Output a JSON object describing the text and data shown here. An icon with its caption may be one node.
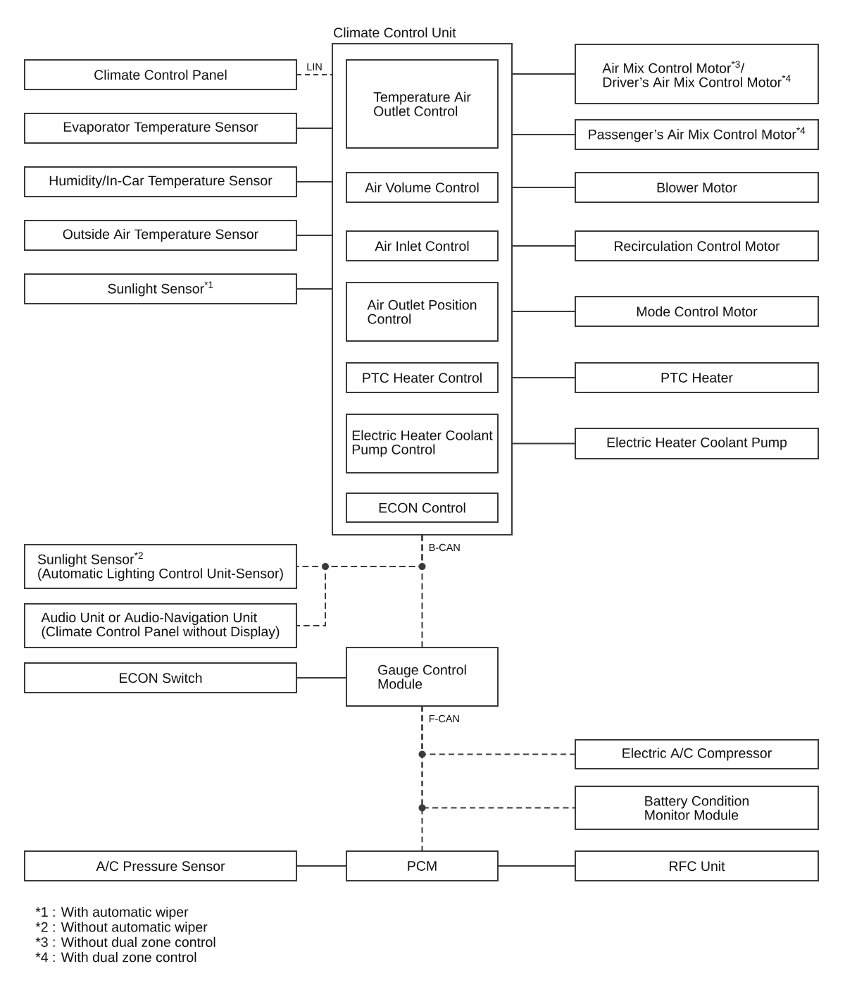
{
  "diagram": {
    "nodes": [
      {
        "text": [
          "Climate Control Unit"
        ]
      },
      {
        "text": [
          "Temperature Air Outlet Control"
        ],
        "in": 0
      },
      {
        "text": [
          "Air Volume Control"
        ],
        "in": 0
      },
      {
        "text": [
          "Air Inlet Control"
        ],
        "in": 0
      },
      {
        "text": [
          "Air Outlet Position Control"
        ],
        "in": 0
      },
      {
        "text": [
          "PTC Heater Control"
        ],
        "in": 0
      },
      {
        "text": [
          "Electric Heater Coolant Pump Control"
        ],
        "in": 0
      },
      {
        "text": [
          "ECON Control"
        ],
        "in": 0
      },
      {
        "text": [
          "Climate Control Panel"
        ]
      },
      {
        "text": [
          "Evaporator Temperature Sensor"
        ]
      },
      {
        "text": [
          "Humidity/In-Car Temperature Sensor"
        ]
      },
      {
        "text": [
          "Outside Air Temperature Sensor"
        ]
      },
      {
        "text": [
          "Sunlight Sensor$^{*1}$"
        ]
      },
      {
        "text": [
          "Air Mix Control Motor$^{*3}$/ Driver’s Air Mix Control Motor$^{*4}$"
        ]
      },
      {
        "text": [
          "Passenger’s Air Mix Control Motor$^{*4}$"
        ]
      },
      {
        "text": [
          "Blower Motor"
        ]
      },
      {
        "text": [
          "Recirculation Control Motor"
        ]
      },
      {
        "text": [
          "Mode Control Motor"
        ]
      },
      {
        "text": [
          "PTC Heater"
        ]
      },
      {
        "text": [
          "Electric Heater Coolant Pump"
        ]
      },
      {
        "text": [
          "Sunlight Sensor$^{*2}$",
          "(Automatic Lighting Control Unit-Sensor)"
        ]
      },
      {
        "text": [
          "Audio Unit or Audio-Navigation Unit",
          "(Climate Control Panel without Display)"
        ]
      },
      {
        "text": [
          "ECON Switch"
        ]
      },
      {
        "text": [
          "Gauge Control Module"
        ]
      },
      {
        "text": [
          "Electric A/C Compressor"
        ]
      },
      {
        "text": [
          "Battery Condition Monitor Module"
        ]
      },
      {
        "text": [
          "A/C Pressure Sensor"
        ]
      },
      {
        "text": [
          "PCM"
        ]
      },
      {
        "text": [
          "RFC Unit"
        ]
      }
    ],
    "edges": [
      {
        "from": 8,
        "to": 0,
        "arrow": "none",
        "style": "dashed",
        "label": "LIN"
      },
      {
        "from": 9,
        "to": 0,
        "arrow": "none"
      },
      {
        "from": 10,
        "to": 0,
        "arrow": "none"
      },
      {
        "from": 11,
        "to": 0,
        "arrow": "none"
      },
      {
        "from": 12,
        "to": 0,
        "arrow": "none"
      },
      {
        "from": 0,
        "to": 13,
        "arrow": "none"
      },
      {
        "from": 0,
        "to": 14,
        "arrow": "none"
      },
      {
        "from": 0,
        "to": 15,
        "arrow": "none"
      },
      {
        "from": 0,
        "to": 16,
        "arrow": "none"
      },
      {
        "from": 0,
        "to": 17,
        "arrow": "none"
      },
      {
        "from": 0,
        "to": 18,
        "arrow": "none"
      },
      {
        "from": 0,
        "to": 19,
        "arrow": "none"
      },
      {
        "from": 0,
        "to": 23,
        "arrow": "none",
        "style": "dashed",
        "label": "B-CAN"
      },
      {
        "from": 0,
        "to": 20,
        "arrow": "none",
        "style": "dashed"
      },
      {
        "from": 0,
        "to": 21,
        "arrow": "none",
        "style": "dashed"
      },
      {
        "from": 22,
        "to": 23,
        "arrow": "none"
      },
      {
        "from": 23,
        "to": 27,
        "arrow": "none",
        "style": "dashed",
        "label": "F-CAN"
      },
      {
        "from": 23,
        "to": 24,
        "arrow": "none",
        "style": "dashed"
      },
      {
        "from": 23,
        "to": 25,
        "arrow": "none",
        "style": "dashed"
      },
      {
        "from": 26,
        "to": 27,
        "arrow": "none"
      },
      {
        "from": 27,
        "to": 28,
        "arrow": "none"
      }
    ],
    "labels": [
      "*1 : With automatic wiper",
      "*2 : Without automatic wiper",
      "*3 : Without dual zone control",
      "*4 : With dual zone control"
    ]
  }
}
